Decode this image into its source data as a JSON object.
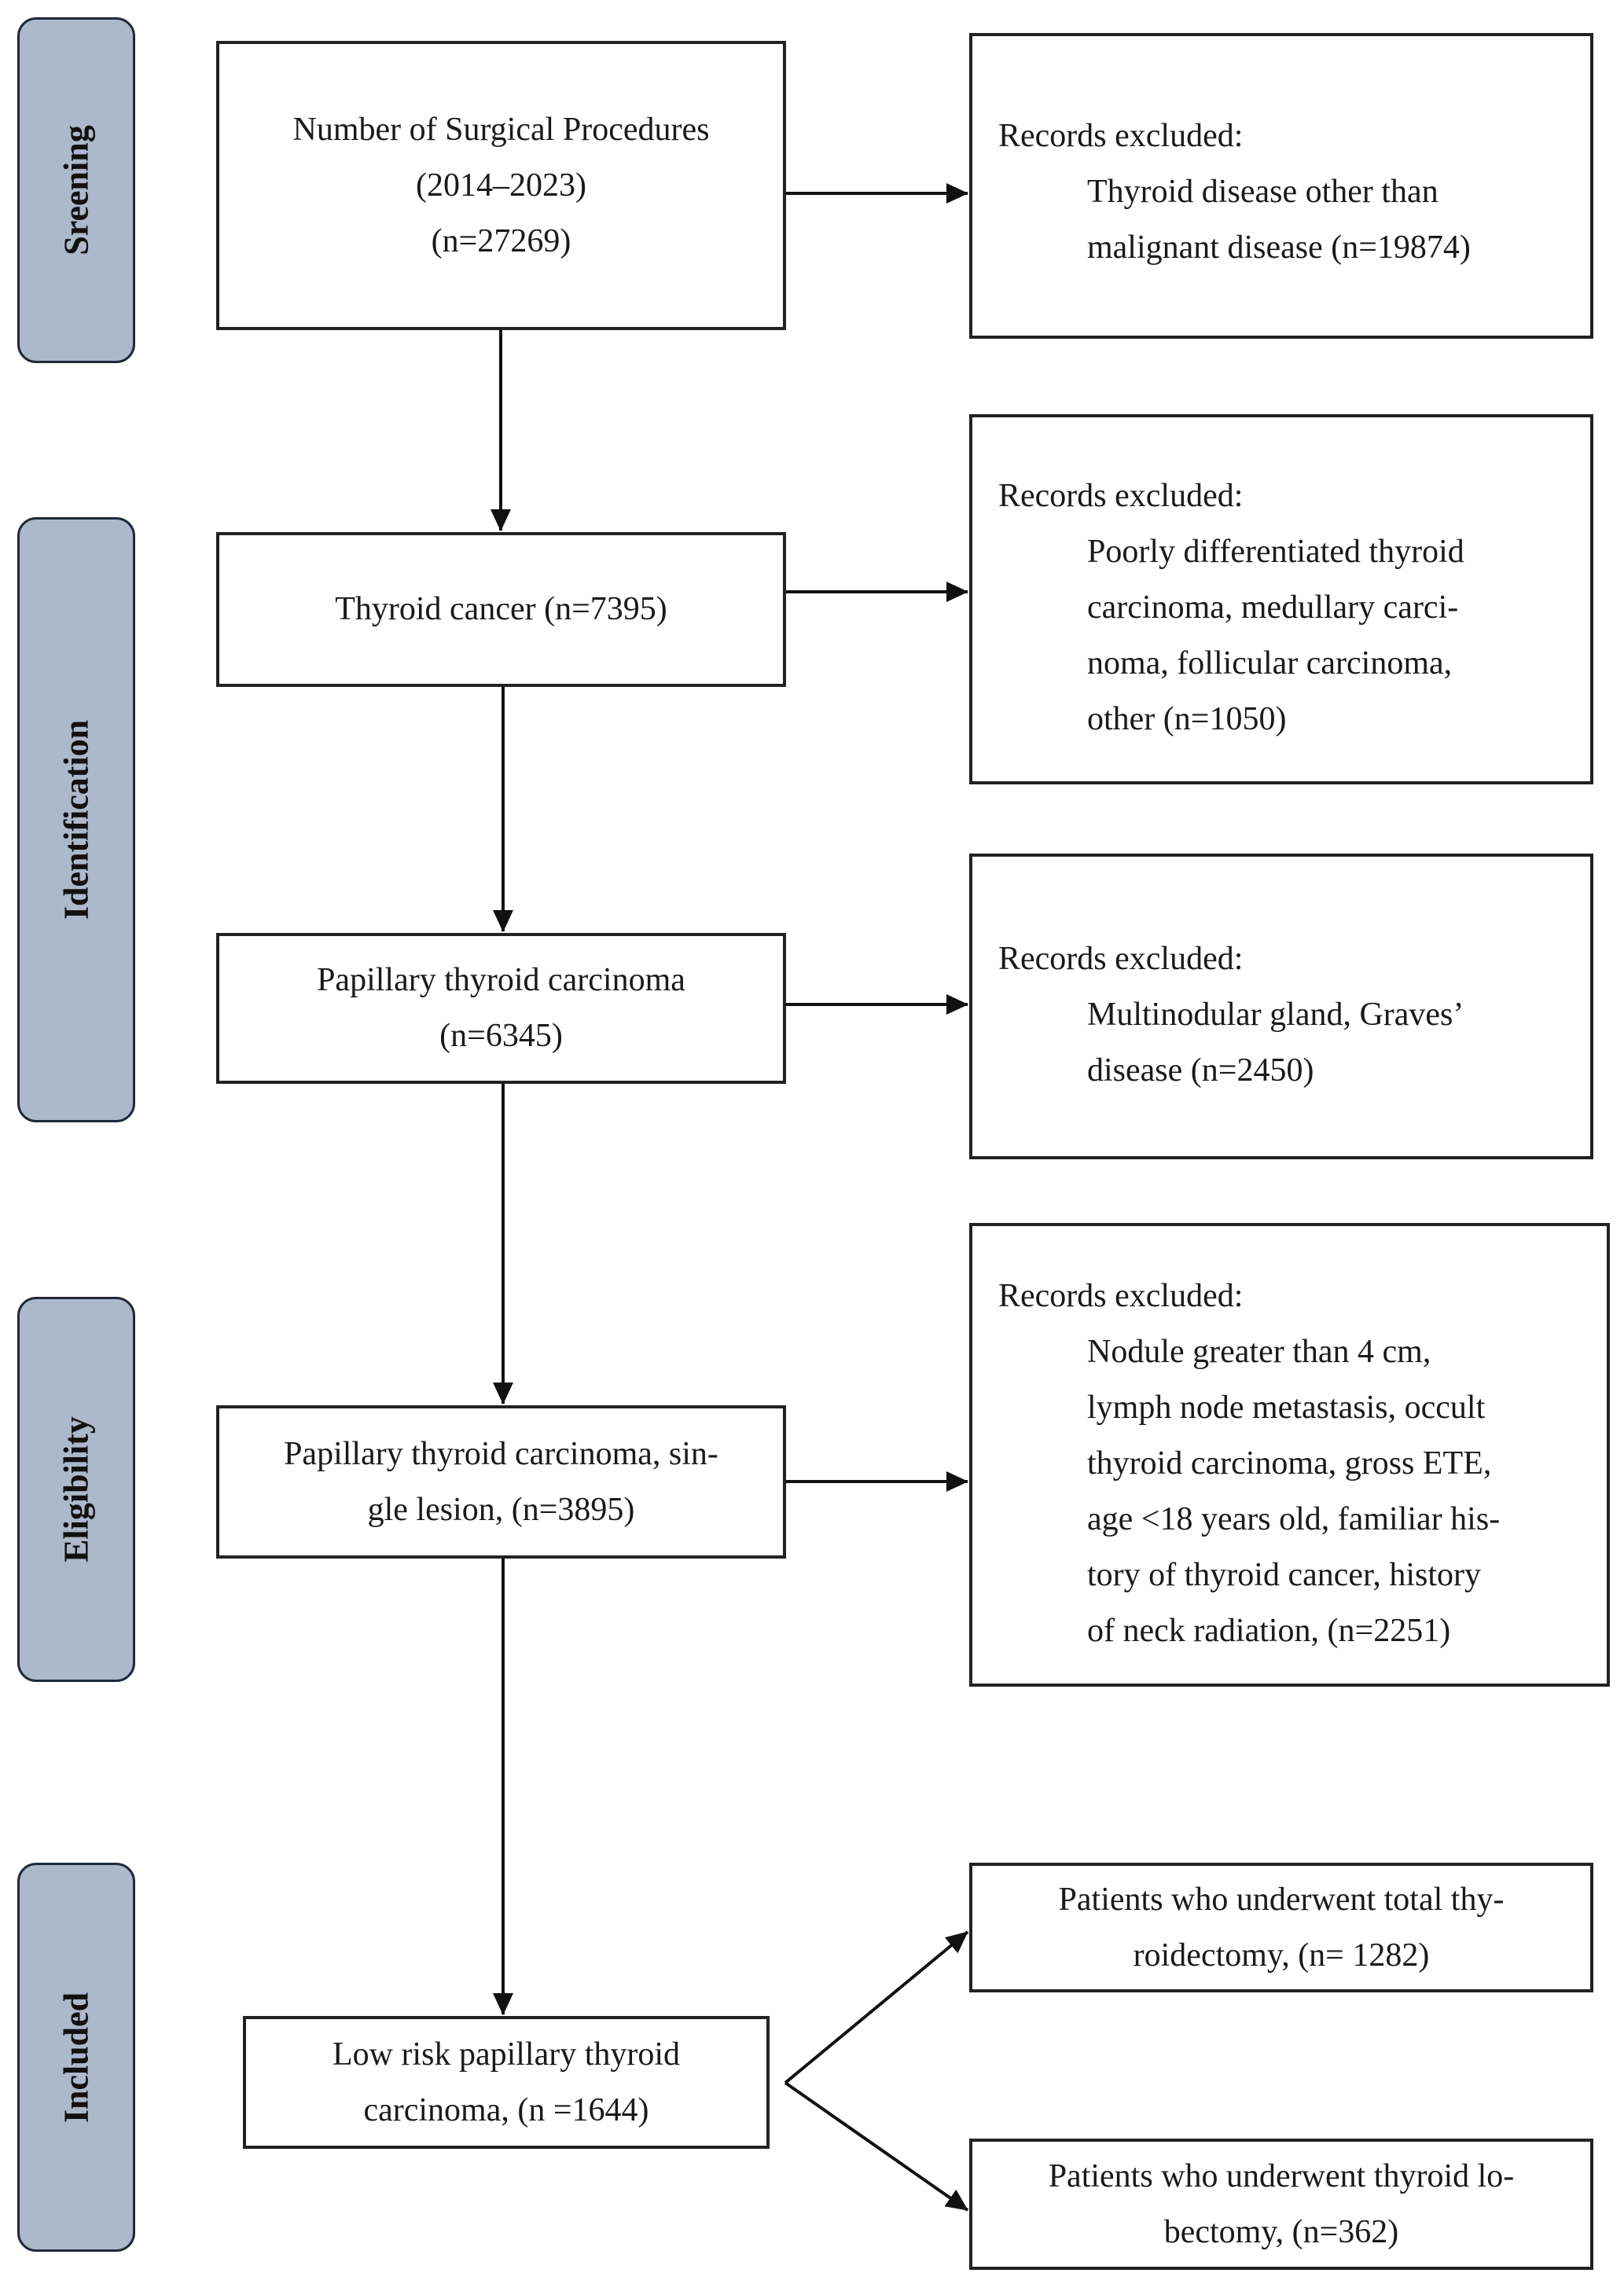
{
  "phases": {
    "screening": "Sreening",
    "identification": "Identification",
    "eligibility": "Eligibility",
    "included": "Included"
  },
  "main": {
    "b1": [
      "Number of Surgical Procedures",
      "(2014–2023)",
      "(n=27269)"
    ],
    "b2": [
      "Thyroid cancer (n=7395)"
    ],
    "b3": [
      "Papillary thyroid carcinoma",
      "(n=6345)"
    ],
    "b4": [
      "Papillary thyroid carcinoma, sin-",
      "gle lesion, (n=3895)"
    ],
    "b5": [
      "Low risk papillary thyroid",
      "carcinoma, (n =1644)"
    ]
  },
  "excluded": {
    "heading": "Records excluded:",
    "e1": [
      "Thyroid disease other than",
      "malignant disease (n=19874)"
    ],
    "e2": [
      "Poorly differentiated thyroid",
      "carcinoma, medullary carci-",
      "noma, follicular carcinoma,",
      "other (n=1050)"
    ],
    "e3": [
      "Multinodular gland, Graves’",
      "disease (n=2450)"
    ],
    "e4": [
      "Nodule greater than 4 cm,",
      "lymph node metastasis, occult",
      "thyroid carcinoma, gross ETE,",
      "age <18 years old, familiar his-",
      "tory of thyroid cancer, history",
      "of neck radiation, (n=2251)"
    ]
  },
  "outcomes": {
    "total": [
      "Patients who underwent total thy-",
      "roidectomy, (n= 1282)"
    ],
    "lobectomy": [
      "Patients who underwent thyroid lo-",
      "bectomy, (n=362)"
    ]
  }
}
